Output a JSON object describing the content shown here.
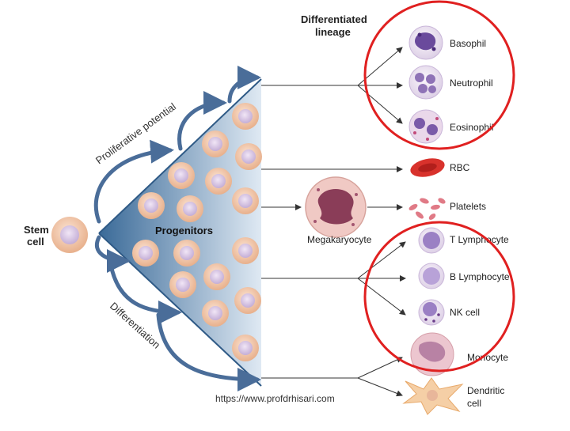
{
  "header": {
    "line1": "Differentiated",
    "line2": "lineage"
  },
  "stem_cell": {
    "line1": "Stem",
    "line2": "cell"
  },
  "progenitors_label": "Progenitors",
  "proliferative_label": "Proliferative potential",
  "differentiation_label": "Differentiation",
  "megakaryocyte_label": "Megakaryocyte",
  "lineage": {
    "basophil": "Basophil",
    "neutrophil": "Neutrophil",
    "eosinophil": "Eosinophil",
    "rbc": "RBC",
    "platelets": "Platelets",
    "t_lymphocyte": "T Lymphocyte",
    "b_lymphocyte": "B Lymphocyte",
    "nk_cell": "NK cell",
    "monocyte": "Monocyte",
    "dendritic_1": "Dendritic",
    "dendritic_2": "cell"
  },
  "watermark": "https://www.profdrhisari.com",
  "colors": {
    "highlight_circle": "#e02020",
    "triangle_dark": "#3a6a98",
    "triangle_light": "#dfe9f3",
    "arrow": "#4a6d99",
    "cell_fill": "#f1c7a8",
    "cell_nucleus": "#d8c4e4"
  }
}
